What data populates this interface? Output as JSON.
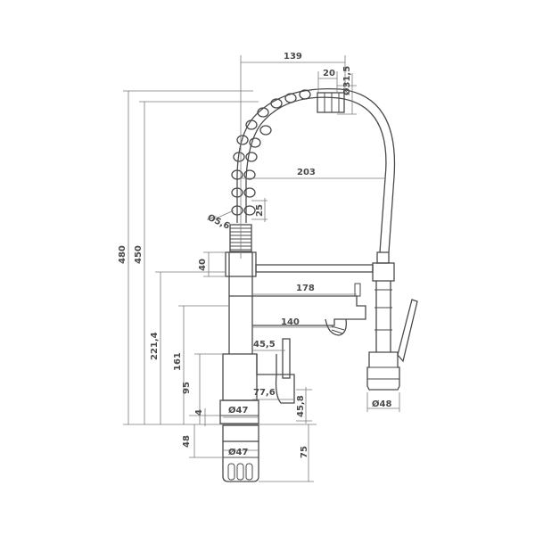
{
  "dimensions": {
    "top_width": "139",
    "top_small": "20",
    "top_diameter": "Ø31,5",
    "reach": "203",
    "spring_pitch": "25",
    "spring_wire": "Ø5,6",
    "collar_height": "40",
    "spout_upper": "178",
    "spout_lower": "140",
    "lever_offset": "45,5",
    "body_depth": "77,6",
    "body_height": "45,8",
    "base_diameter": "Ø47",
    "base_gap": "4",
    "spray_diameter": "Ø48",
    "shank_diameter": "Ø47",
    "shank_height": "75",
    "shank_offset": "48",
    "height_95": "95",
    "height_161": "161",
    "height_221": "221,4",
    "height_450": "450",
    "height_480": "480"
  }
}
